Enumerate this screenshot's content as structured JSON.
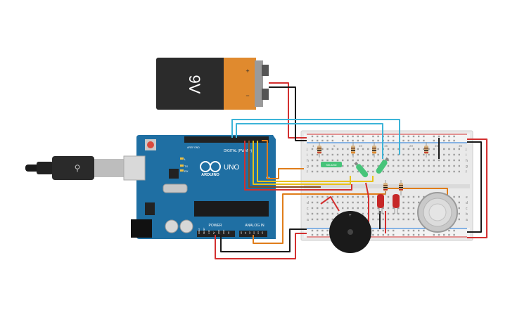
{
  "battery": {
    "label": "9V",
    "plus": "+",
    "minus": "−"
  },
  "arduino": {
    "brand": "ARDUINO",
    "model": "UNO",
    "digital_label": "DIGITAL (PWM ~)",
    "power_label": "POWER",
    "analog_label": "ANALOG IN",
    "reset_label": "RESET",
    "tx_label": "TX",
    "rx_label": "RX",
    "aref_label": "AREF",
    "gnd_label": "GND",
    "l_label": "L",
    "on_label": "ON",
    "power_pins": [
      "IOREF",
      "RESET",
      "3.3V",
      "5V",
      "GND",
      "GND",
      "Vin"
    ],
    "analog_pins": [
      "A0",
      "A1",
      "A2",
      "A3",
      "A4",
      "A5"
    ]
  },
  "breadboard": {
    "row_letters_left": [
      "j",
      "i",
      "h",
      "g",
      "f",
      "e",
      "d",
      "c",
      "b",
      "a"
    ],
    "row_letters_right": [
      "j",
      "i",
      "h",
      "g",
      "f",
      "e",
      "d",
      "c",
      "b",
      "a"
    ],
    "column_numbers": [
      "1",
      "5",
      "10",
      "15",
      "20",
      "25",
      "30"
    ]
  },
  "colors": {
    "arduino_board": "#1f6fa3",
    "battery_black": "#2b2b2b",
    "battery_orange": "#e08a2e",
    "wire_red": "#d32f2f",
    "wire_black": "#1a1a1a",
    "wire_yellow": "#e7c21b",
    "wire_orange": "#e07d1a",
    "wire_cyan": "#3cb4d8",
    "wire_brown": "#8a4b1e",
    "led_red": "#c62828",
    "buzzer": "#1a1a1a",
    "gas_sensor": "#c9c9c9",
    "tilt_sensor": "#47c47a"
  },
  "components": {
    "usb_cable": "usb-b-cable",
    "tilt_switch_label": "SW-520D",
    "gas_sensor_name": "gas-sensor",
    "buzzer_name": "piezo-buzzer"
  }
}
